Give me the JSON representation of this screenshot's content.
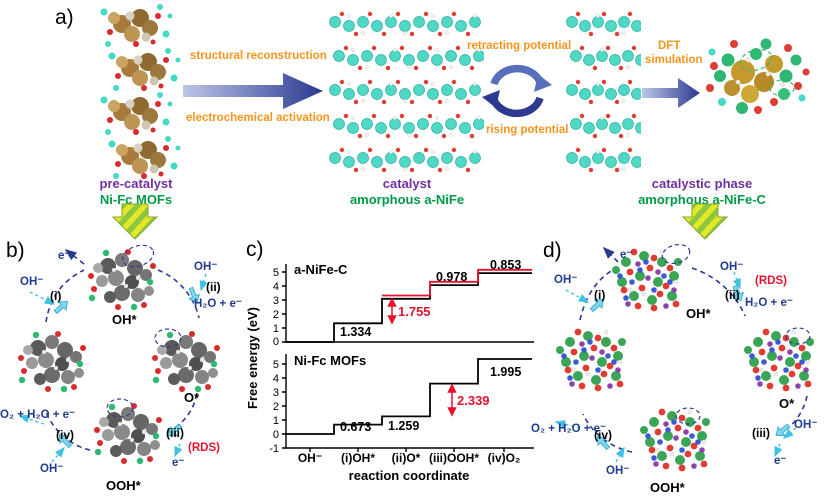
{
  "colors": {
    "accent_orange": "#f7941d",
    "purple": "#7030a0",
    "green": "#009b48",
    "navy_blue": "#1f3b8c",
    "red": "#e8112d",
    "arrow_blue": "#2b3990",
    "cyan": "#7dd6ec"
  },
  "panel_a": {
    "label": "a)",
    "arrow1_top": "structural reconstruction",
    "arrow1_bottom": "electrochemical activation",
    "cycle_top": "retracting potential",
    "cycle_bottom": "rising potential",
    "dft_line1": "DFT",
    "dft_line2": "simulation",
    "caption_left_line1": "pre-catalyst",
    "caption_left_line2": "Ni-Fc MOFs",
    "caption_mid_line1": "catalyst",
    "caption_mid_line2": "amorphous a-NiFe",
    "caption_right_line1": "catalystic phase",
    "caption_right_line2": "amorphous a-NiFe-C",
    "images": {
      "left": "Ni-Fc MOF crystal stack",
      "middle": "amorphous a-NiFe layers",
      "right_small": "amorphous a-NiFe layers",
      "right_blob": "a-NiFe-C cluster model"
    }
  },
  "panel_b": {
    "label": "b)",
    "e_top": "e⁻",
    "oh_left": "OH⁻",
    "step_i": "(i)",
    "oh_star": "OH*",
    "oh_right": "OH⁻",
    "step_ii": "(ii)",
    "h2o_e": "H₂O + e⁻",
    "o_star": "O*",
    "step_iii": "(iii)",
    "rds": "(RDS)",
    "e_bottom": "e⁻",
    "ooh_star": "OOH*",
    "step_iv": "(iv)",
    "o2_h2o_e": "O₂ + H₂O + e⁻",
    "oh_bottom": "OH⁻"
  },
  "panel_c": {
    "label": "c)"
  },
  "panel_d": {
    "label": "d)",
    "e_top": "e⁻",
    "oh_left": "OH⁻",
    "step_i": "(i)",
    "oh_right": "OH⁻",
    "rds": "(RDS)",
    "step_ii": "(ii)",
    "h2o_e": "H₂O + e⁻",
    "oh_star": "OH*",
    "o_star": "O*",
    "step_iii": "(iii)",
    "oh_iii": "OH⁻",
    "e_iii": "e⁻",
    "ooh_star": "OOH*",
    "step_iv": "(iv)",
    "o2_h2o_e": "O₂ + H₂O + e⁻",
    "oh_bottom": "OH⁻"
  },
  "chart_data": [
    {
      "type": "line",
      "variant": "free-energy step diagram",
      "title": "a-NiFe-C",
      "ylabel": "Free energy (eV)",
      "ylim": [
        0,
        5
      ],
      "yticks": [
        "5",
        "4",
        "3",
        "2",
        "1",
        "0"
      ],
      "x_categories": [
        "OH⁻",
        "(i)OH*",
        "(ii)O*",
        "(iii)OOH*",
        "(iv)O₂"
      ],
      "levels_eV": [
        0,
        1.334,
        3.089,
        4.067,
        4.92
      ],
      "labels": {
        "step1": "1.334",
        "rds": "1.755",
        "step3": "0.978",
        "step4": "0.853"
      },
      "rds_step": "(ii)O* to (iii)OOH*",
      "line_color": "#000000",
      "overlay_color": "#e8112d",
      "legend_position": "none",
      "grid": false
    },
    {
      "type": "line",
      "variant": "free-energy step diagram",
      "title": "Ni-Fc MOFs",
      "xlabel": "reaction coordinate",
      "ylim": [
        -1,
        5
      ],
      "yticks": [
        "5",
        "4",
        "3",
        "2",
        "1",
        "0",
        "-1"
      ],
      "x_categories": [
        "OH⁻",
        "(i)OH*",
        "(ii)O*",
        "(iii)OOH*",
        "(iv)O₂"
      ],
      "levels_eV": [
        0,
        0.673,
        1.259,
        3.598,
        5.593
      ],
      "labels": {
        "step1": "0.673",
        "step2": "1.259",
        "rds": "2.339",
        "step4": "1.995"
      },
      "rds_step": "(ii)O* to (iii)OOH*",
      "line_color": "#000000",
      "legend_position": "none",
      "grid": false
    }
  ]
}
